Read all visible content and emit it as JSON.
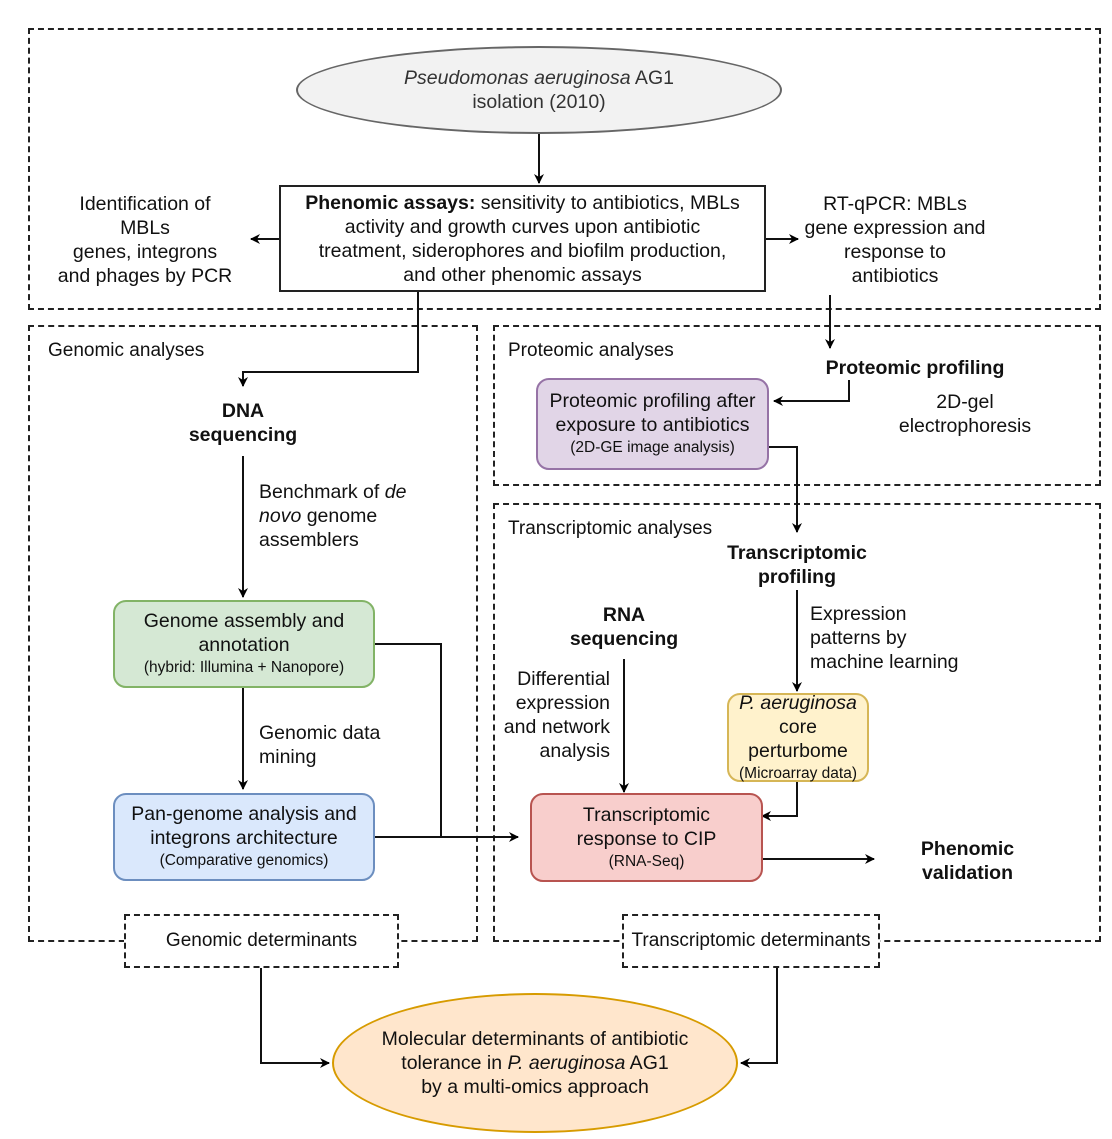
{
  "diagram": {
    "start_node": {
      "line1_italic": "Pseudomonas aeruginosa",
      "line1_rest": " AG1",
      "line2": "isolation (2010)"
    },
    "phenomic_assays": {
      "title": "Phenomic assays:",
      "lines": [
        " sensitivity to antibiotics, MBLs",
        "activity and growth curves upon antibiotic",
        "treatment, siderophores and biofilm production,",
        "and other phenomic assays"
      ]
    },
    "pcr_identification": {
      "lines": [
        "Identification of",
        "MBLs",
        "genes, integrons",
        "and phages by PCR"
      ]
    },
    "rt_qpcr": {
      "lines": [
        "RT-qPCR: MBLs",
        "gene expression and",
        "response to",
        "antibiotics"
      ]
    },
    "genomic_region": {
      "title": "Genomic analyses",
      "dna_sequencing": [
        "DNA",
        "sequencing"
      ],
      "benchmark_label": {
        "part1": "Benchmark of ",
        "part1_italic": "de",
        "part2_italic": "novo",
        "part2": " genome",
        "part3": "assemblers"
      },
      "genome_assembly": {
        "lines": [
          "Genome assembly and",
          "annotation"
        ],
        "sub": "(hybrid: Illumina + Nanopore)"
      },
      "data_mining_label": [
        "Genomic data",
        "mining"
      ],
      "pan_genome": {
        "lines": [
          "Pan-genome analysis and",
          "integrons architecture"
        ],
        "sub": "(Comparative genomics)"
      },
      "determinants": "Genomic determinants"
    },
    "proteomic_region": {
      "title": "Proteomic analyses",
      "profiling_heading": "Proteomic profiling",
      "method_label": [
        "2D-gel",
        "electrophoresis"
      ],
      "profiling_box": {
        "lines": [
          "Proteomic profiling after",
          "exposure to antibiotics"
        ],
        "sub": "(2D-GE image analysis)"
      }
    },
    "transcriptomic_region": {
      "title": "Transcriptomic analyses",
      "profiling_heading": [
        "Transcriptomic",
        "profiling"
      ],
      "ml_label": [
        "Expression",
        "patterns by",
        "machine learning"
      ],
      "rna_sequencing": [
        "RNA",
        "sequencing"
      ],
      "de_label": [
        "Differential",
        "expression",
        "and network",
        "analysis"
      ],
      "perturbome_box": {
        "line1_italic": "P. aeruginosa",
        "line2": "core perturbome",
        "sub": "(Microarray data)"
      },
      "cip_box": {
        "lines": [
          "Transcriptomic",
          "response to CIP"
        ],
        "sub": "(RNA-Seq)"
      },
      "phenomic_validation": [
        "Phenomic",
        "validation"
      ],
      "determinants": "Transcriptomic determinants"
    },
    "final_node": {
      "line1": "Molecular determinants of antibiotic",
      "line2_pre": "tolerance in ",
      "line2_italic": "P. aeruginosa",
      "line2_post": " AG1",
      "line3": "by a multi-omics approach"
    },
    "colors": {
      "start_fill": "#f2f2f2",
      "start_stroke": "#666666",
      "green_fill": "#d5e8d4",
      "green_stroke": "#82b366",
      "blue_fill": "#dae8fc",
      "blue_stroke": "#6c8ebf",
      "purple_fill": "#e1d5e7",
      "purple_stroke": "#9673a6",
      "red_fill": "#f8cecc",
      "red_stroke": "#b85450",
      "yellow_fill": "#fff2cc",
      "yellow_stroke": "#d6b656",
      "orange_fill": "#ffe6cc",
      "orange_stroke": "#d79b00"
    }
  }
}
